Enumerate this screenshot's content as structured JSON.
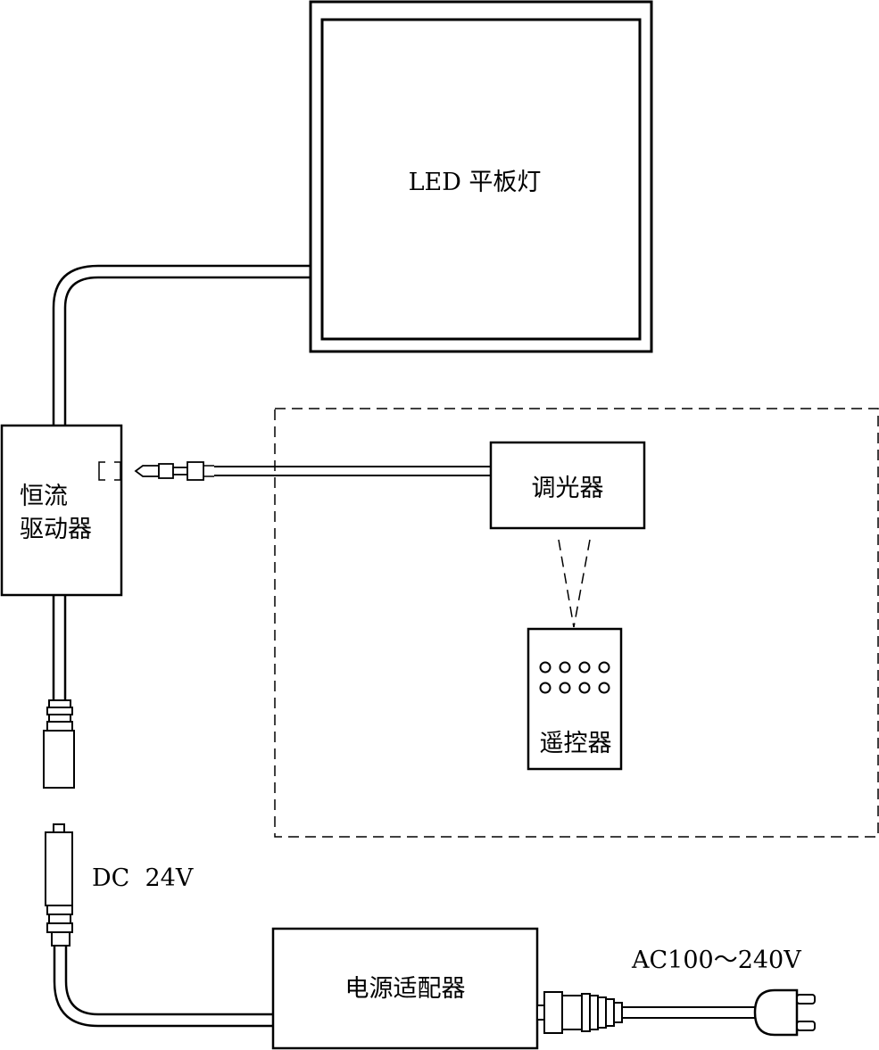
{
  "labels": {
    "panel_light": "LED 平板灯",
    "driver_line1": "恒流",
    "driver_line2": "驱动器",
    "dimmer": "调光器",
    "remote": "遥控器",
    "dc_voltage": "DC  24V",
    "adapter": "电源适配器",
    "ac_voltage": "AC100～240V"
  },
  "colors": {
    "stroke": "#000000",
    "background": "#ffffff"
  },
  "remote_buttons": {
    "rows": 2,
    "cols": 4
  }
}
